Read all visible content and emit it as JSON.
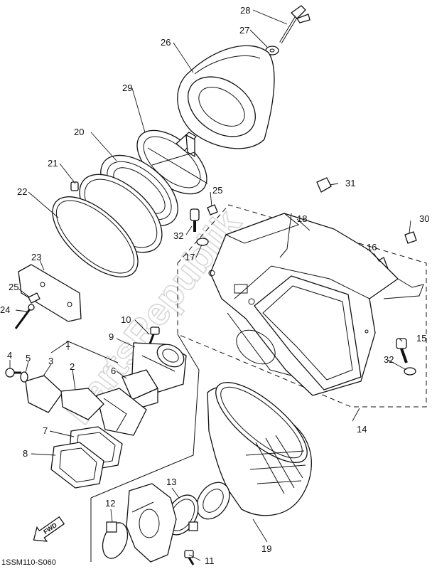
{
  "diagram": {
    "watermark": "PartsRepublik",
    "code": "1SSM110-S060",
    "fwd_label": "FWD",
    "callouts": [
      "28",
      "27",
      "26",
      "29",
      "20",
      "21",
      "22",
      "25",
      "31",
      "18",
      "30",
      "32",
      "17",
      "16",
      "23",
      "25",
      "24",
      "10",
      "9",
      "1",
      "4",
      "5",
      "3",
      "2",
      "6",
      "15",
      "32",
      "7",
      "8",
      "14",
      "13",
      "12",
      "11",
      "19"
    ]
  }
}
